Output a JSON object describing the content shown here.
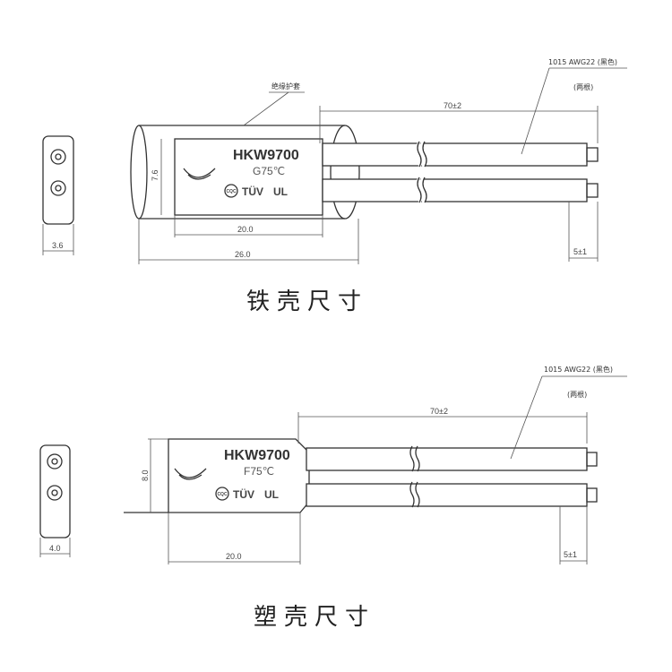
{
  "metal_case": {
    "title": "铁壳尺寸",
    "sleeve_label": "绝缘护套",
    "model": "HKW9700",
    "rating": "G75℃",
    "certs": {
      "ccc": "CQC",
      "tuv": "TÜV",
      "ul": "UL"
    },
    "wire_spec": "1015 AWG22 (黑色)",
    "wire_count": "(两根)",
    "dims": {
      "lead_length": "70±2",
      "strip_length": "5±1",
      "body_length": "20.0",
      "sleeve_length": "26.0",
      "height": "7.6",
      "thickness": "3.6"
    }
  },
  "plastic_case": {
    "title": "塑壳尺寸",
    "model": "HKW9700",
    "rating": "F75℃",
    "certs": {
      "ccc": "CQC",
      "tuv": "TÜV",
      "ul": "UL"
    },
    "wire_spec": "1015 AWG22 (黑色)",
    "wire_count": "(两根)",
    "dims": {
      "lead_length": "70±2",
      "strip_length": "5±1",
      "body_length": "20.0",
      "height": "8.0",
      "thickness": "4.0"
    }
  }
}
